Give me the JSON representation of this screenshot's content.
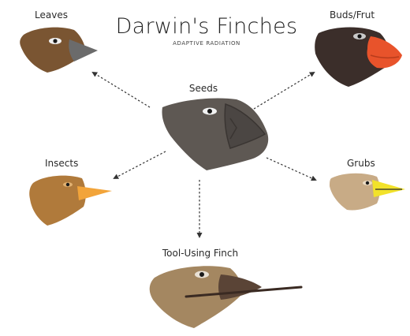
{
  "title": "Darwin's Finches",
  "subtitle": "ADAPTIVE RADIATION",
  "center": {
    "label": "Seeds",
    "head_color": "#5e5853",
    "beak_color": "#5a5450"
  },
  "branches": [
    {
      "id": "leaves",
      "label": "Leaves",
      "head_color": "#7a5532",
      "beak_color": "#6b6b6b"
    },
    {
      "id": "buds-fruit",
      "label": "Buds/Frut",
      "head_color": "#3b2e2a",
      "beak_color": "#e8532b"
    },
    {
      "id": "insects",
      "label": "Insects",
      "head_color": "#b07a3b",
      "beak_color": "#f2a43a"
    },
    {
      "id": "grubs",
      "label": "Grubs",
      "head_color": "#c8ab86",
      "beak_color": "#f2e22a"
    },
    {
      "id": "tool-using",
      "label": "Tool-Using Finch",
      "head_color": "#a48761",
      "beak_color": "#5a4436"
    }
  ]
}
